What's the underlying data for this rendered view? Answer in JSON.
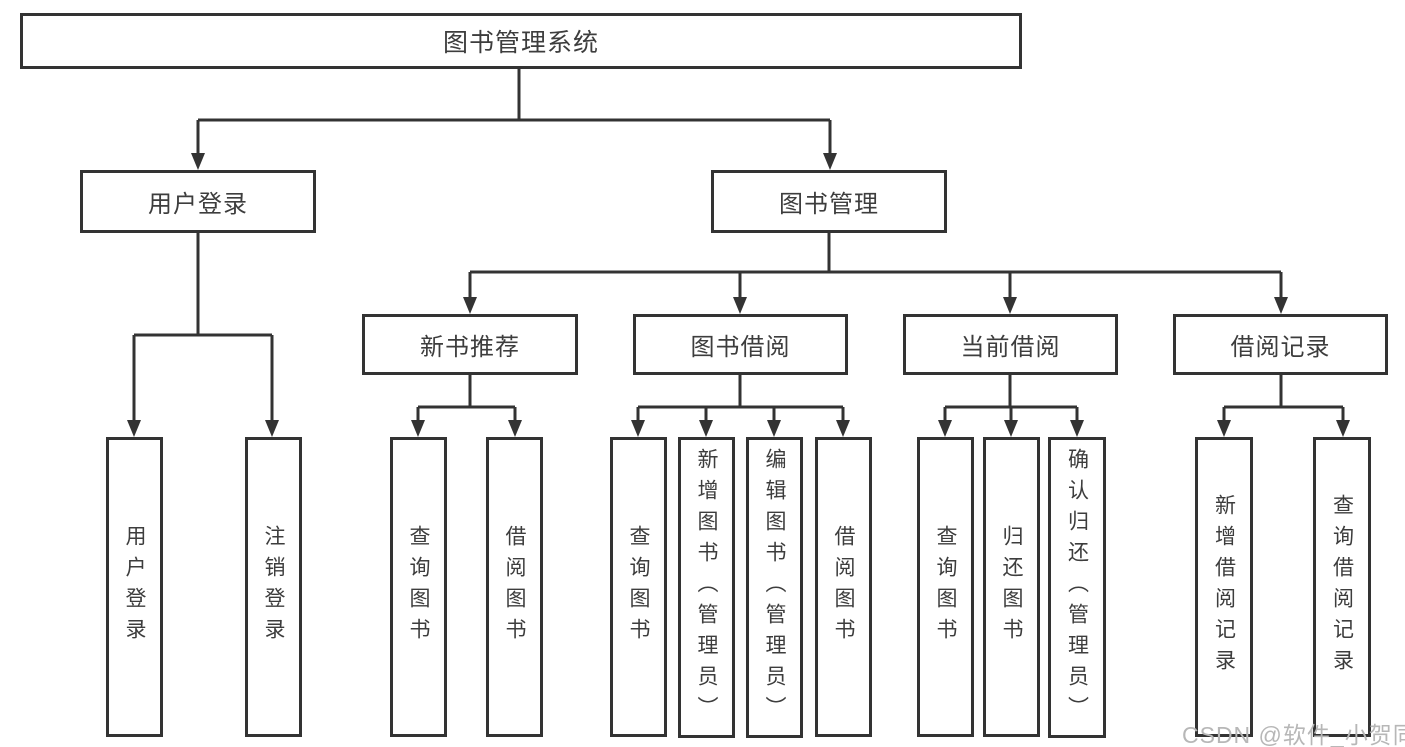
{
  "diagram": {
    "root": {
      "label": "图书管理系统"
    },
    "level2": [
      {
        "label": "用户登录"
      },
      {
        "label": "图书管理"
      }
    ],
    "level3": [
      {
        "label": "新书推荐"
      },
      {
        "label": "图书借阅"
      },
      {
        "label": "当前借阅"
      },
      {
        "label": "借阅记录"
      }
    ],
    "leaves": [
      {
        "label": "用户登录"
      },
      {
        "label": "注销登录"
      },
      {
        "label": "查询图书"
      },
      {
        "label": "借阅图书"
      },
      {
        "label": "查询图书"
      },
      {
        "label": "新增图书（管理员）"
      },
      {
        "label": "编辑图书（管理员）"
      },
      {
        "label": "借阅图书"
      },
      {
        "label": "查询图书"
      },
      {
        "label": "归还图书"
      },
      {
        "label": "确认归还（管理员）"
      },
      {
        "label": "新增借阅记录"
      },
      {
        "label": "查询借阅记录"
      }
    ],
    "watermark": "CSDN @软件_小贺同学",
    "colors": {
      "line": "#333333",
      "text": "#3d3d3d",
      "watermark": "#b7b7b7"
    }
  }
}
